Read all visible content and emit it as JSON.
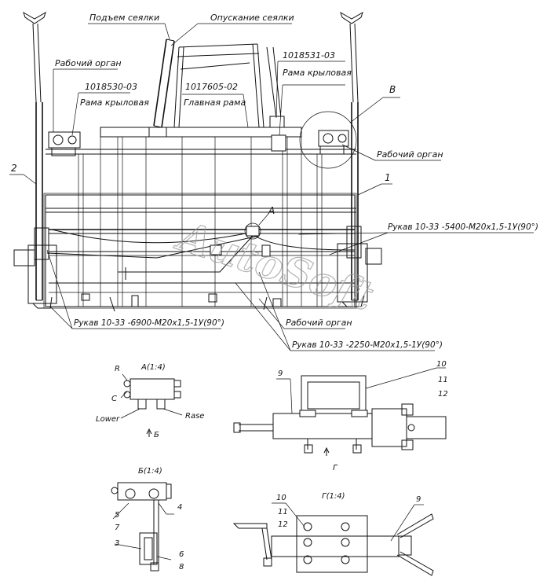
{
  "labels": {
    "raise_seeder": "Подъем сеялки",
    "lower_seeder": "Опускание сеялки",
    "working_part_left": "Рабочий орган",
    "part_1018531": "1018531-03",
    "wing_frame_right": "Рама крыловая",
    "part_1018530": "1018530-03",
    "wing_frame_left": "Рама крыловая",
    "part_1017605": "1017605-02",
    "main_frame": "Главная рама",
    "view_b_letter": "В",
    "working_part_right": "Рабочий орган",
    "pos_2": "2",
    "pos_1": "1",
    "view_a_letter": "А",
    "hose_5400": "Рукав 10-33 -5400-М20х1,5-1У(90°)",
    "working_part_bottom": "Рабочий орган",
    "hose_6900": "Рукав 10-33 -6900-М20х1,5-1У(90°)",
    "hose_2250": "Рукав 10-33 -2250-М20х1,5-1У(90°)"
  },
  "detail_a": {
    "title": "А(1:4)",
    "r": "R",
    "c": "C",
    "lower": "Lower",
    "rase": "Rase",
    "arrow_b": "Б"
  },
  "detail_v": {
    "pos_9": "9",
    "pos_10": "10",
    "pos_11": "11",
    "pos_12": "12",
    "arrow_g": "Г"
  },
  "detail_b": {
    "title": "Б(1:4)",
    "pos_4": "4",
    "pos_5": "5",
    "pos_7": "7",
    "pos_3": "3",
    "pos_6": "6",
    "pos_8": "8"
  },
  "detail_g": {
    "title": "Г(1:4)",
    "pos_10": "10",
    "pos_11": "11",
    "pos_12": "12",
    "pos_9": "9"
  },
  "watermark": "AutoSoft"
}
